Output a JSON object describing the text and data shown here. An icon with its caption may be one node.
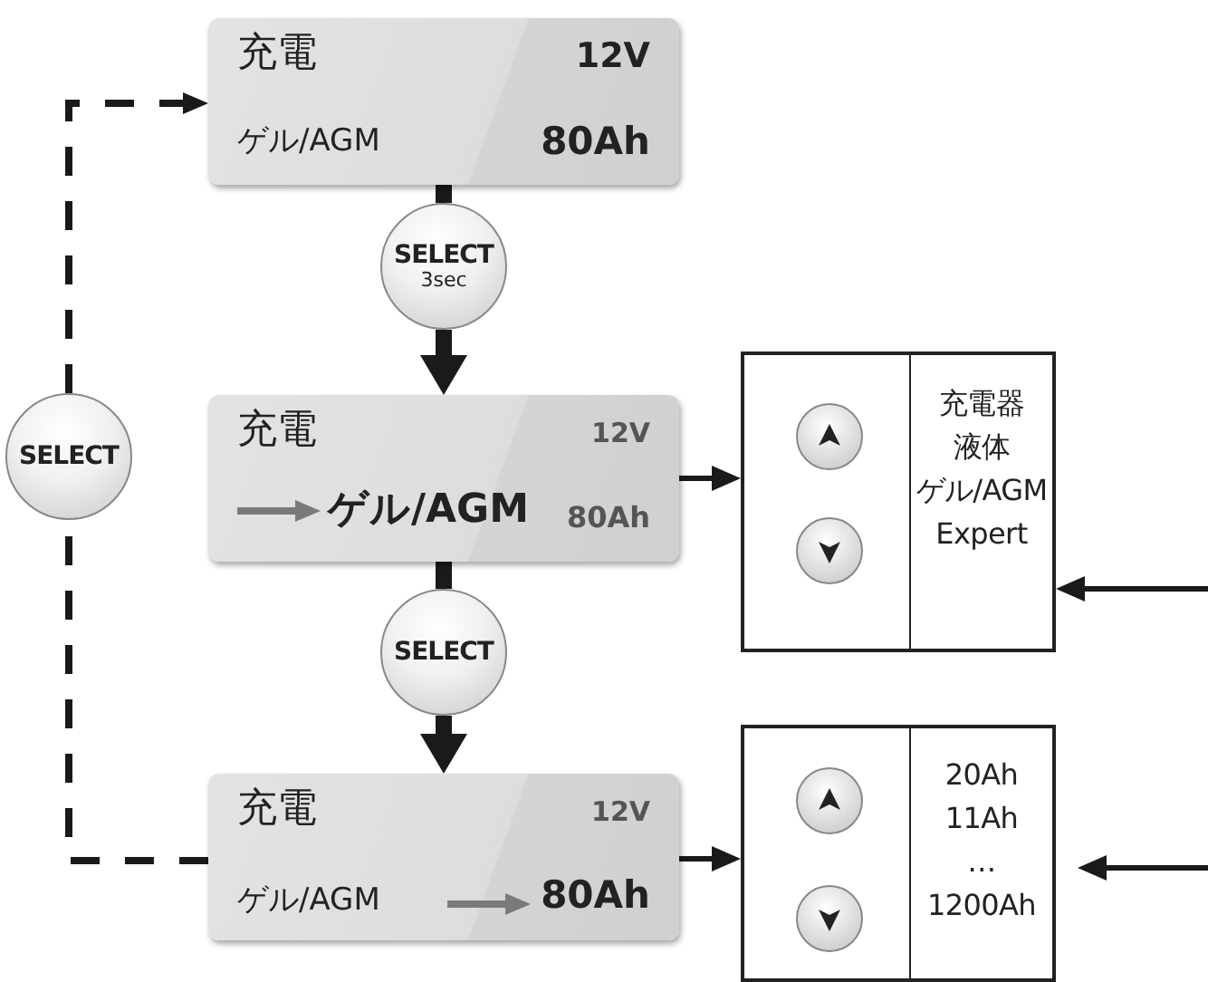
{
  "diagram": {
    "nodes": [
      {
        "text": [
          "充電",
          "12V",
          "ゲル/AGM",
          "80Ah"
        ]
      },
      {
        "text": [
          "SELECT",
          "3sec"
        ]
      },
      {
        "text": [
          "充電",
          "12V",
          "ゲル/AGM",
          "80Ah"
        ]
      },
      {
        "text": [
          "SELECT"
        ]
      },
      {
        "text": [
          "充電",
          "12V",
          "ゲル/AGM",
          "80Ah"
        ]
      },
      {
        "text": [
          "SELECT"
        ]
      },
      {
        "text": [
          "充電器",
          "液体",
          "ゲル/AGM",
          "Expert"
        ]
      },
      {
        "text": [
          "20Ah",
          "11Ah",
          "…",
          "1200Ah"
        ]
      }
    ],
    "edges": [
      {
        "from": 0,
        "to": 1,
        "arrow": "none",
        "style": "thick"
      },
      {
        "from": 1,
        "to": 2,
        "arrow": "to",
        "style": "thick"
      },
      {
        "from": 2,
        "to": 3,
        "arrow": "none",
        "style": "thick"
      },
      {
        "from": 3,
        "to": 4,
        "arrow": "to",
        "style": "thick"
      },
      {
        "from": 4,
        "to": 5,
        "arrow": "none",
        "style": "dashed"
      },
      {
        "from": 5,
        "to": 0,
        "arrow": "to",
        "style": "dashed"
      },
      {
        "from": 2,
        "to": 6,
        "arrow": "to"
      },
      {
        "from": 4,
        "to": 7,
        "arrow": "to"
      },
      {
        "from": null,
        "to": 6,
        "arrow": "to"
      },
      {
        "from": null,
        "to": 7,
        "arrow": "to"
      }
    ]
  }
}
